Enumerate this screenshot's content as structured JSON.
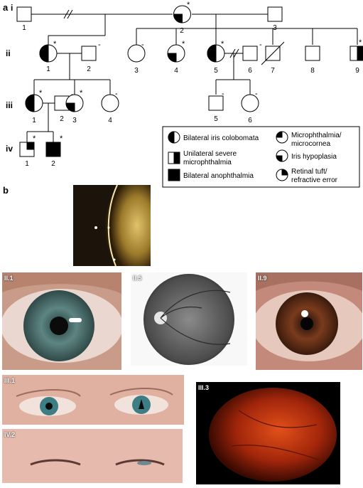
{
  "panel_a": {
    "letter": "a"
  },
  "panel_b": {
    "letter": "b"
  },
  "generations": [
    "i",
    "ii",
    "iii",
    "iv"
  ],
  "individuals": {
    "I1": {
      "label": "1"
    },
    "I2": {
      "label": "2"
    },
    "I3": {
      "label": "3"
    },
    "II1": {
      "label": "1"
    },
    "II2": {
      "label": "2"
    },
    "II3": {
      "label": "3"
    },
    "II4": {
      "label": "4"
    },
    "II5": {
      "label": "5"
    },
    "II6": {
      "label": "6"
    },
    "II7": {
      "label": "7"
    },
    "II8": {
      "label": "8"
    },
    "II9": {
      "label": "9"
    },
    "III1": {
      "label": "1"
    },
    "III2": {
      "label": "2"
    },
    "III3": {
      "label": "3"
    },
    "III4": {
      "label": "4"
    },
    "III5": {
      "label": "5"
    },
    "III6": {
      "label": "6"
    },
    "IV1": {
      "label": "1"
    },
    "IV2": {
      "label": "2"
    }
  },
  "marks": {
    "star": "*",
    "minus": "-"
  },
  "legend": {
    "bilateral_iris_coloboma": "Bilateral iris colobomata",
    "unilateral_micro_1": "Unilateral severe",
    "unilateral_micro_2": "microphthalmia",
    "bilateral_anophthalmia": "Bilateral anophthalmia",
    "microphthalmia_1": "Microphthalmia/",
    "microphthalmia_2": "microcornea",
    "iris_hypoplasia": "Iris hypoplasia",
    "retinal_tuft_1": "Retinal tuft/",
    "retinal_tuft_2": "refractive error"
  },
  "photos": {
    "II1": "II.1",
    "II5": "II.5",
    "II9": "II.9",
    "III1": "III.1",
    "IV2": "IV.2",
    "III3": "III.3"
  },
  "colors": {
    "affected": "#000000",
    "line": "#000000"
  }
}
